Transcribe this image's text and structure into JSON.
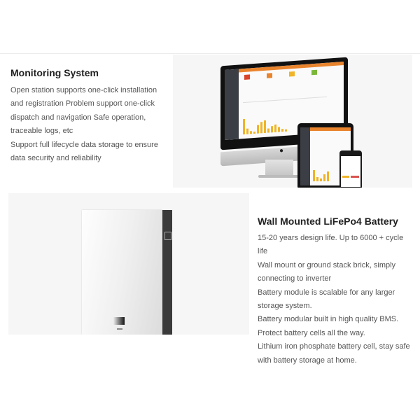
{
  "sections": [
    {
      "title": "Monitoring System",
      "lines": [
        "Open station supports one-click installation",
        "and registration Problem support one-click",
        "dispatch and navigation Safe operation,",
        "traceable logs, etc",
        "Support full lifecycle data storage to ensure",
        "data security and reliability"
      ],
      "image": {
        "alt": "Monitoring dashboard shown on desktop monitor, tablet and phone",
        "accent": "#e9842d",
        "bar_color": "#f0b429"
      }
    },
    {
      "title": "Wall Mounted LiFePo4 Battery",
      "lines": [
        "15-20 years design life. Up to 6000 + cycle",
        "life",
        "Wall mount or ground stack brick, simply",
        "connecting to inverter",
        "Battery module is scalable for any larger",
        "storage system.",
        "Battery modular built in high quality BMS.",
        "Protect battery cells all the way.",
        "Lithium iron phosphate battery cell, stay safe",
        "with battery storage at home."
      ],
      "image": {
        "alt": "White wall-mounted LiFePo4 battery unit"
      }
    }
  ]
}
